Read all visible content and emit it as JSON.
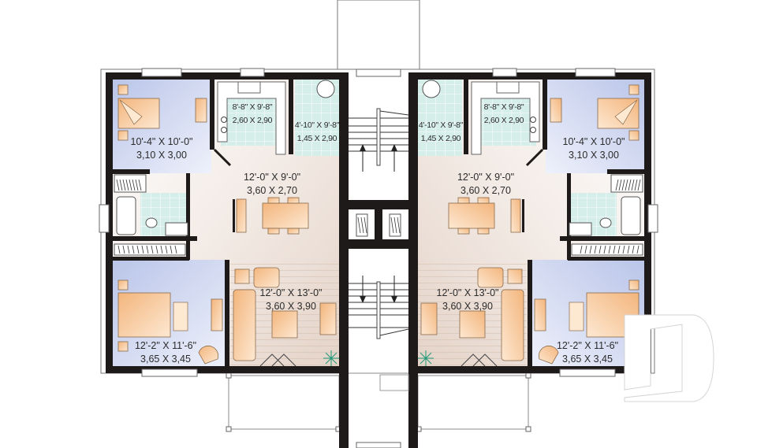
{
  "plan": {
    "title": "Multi-family floor plan (duplex, mirrored units)",
    "colors": {
      "wall": "#1e1a1a",
      "bedroom_fill": "#c9d2ee",
      "wet_room_fill": "#d7eeea",
      "living_floor": "#e9dcd3",
      "furniture": "#f5c796",
      "plant": "#1f9a7a"
    },
    "units": [
      {
        "side": "left",
        "rooms": [
          {
            "name": "bedroom-1",
            "imperial": "10'-4\" X 10'-0\"",
            "metric": "3,10 X 3,00"
          },
          {
            "name": "kitchen",
            "imperial": "8'-8\" X 9'-8\"",
            "metric": "2,60 X 2,90"
          },
          {
            "name": "bathroom-utility",
            "imperial": "4'-10\" X 9'-8\"",
            "metric": "1,45 X 2,90"
          },
          {
            "name": "dining",
            "imperial": "12'-0\" X 9'-0\"",
            "metric": "3,60 X 2,70"
          },
          {
            "name": "living",
            "imperial": "12'-0\" X 13'-0\"",
            "metric": "3,60 X 3,90"
          },
          {
            "name": "bedroom-2",
            "imperial": "12'-2\" X 11'-6\"",
            "metric": "3,65 X 3,45"
          }
        ]
      },
      {
        "side": "right",
        "rooms": [
          {
            "name": "bedroom-1",
            "imperial": "10'-4\" X 10'-0\"",
            "metric": "3,10 X 3,00"
          },
          {
            "name": "kitchen",
            "imperial": "8'-8\" X 9'-8\"",
            "metric": "2,60 X 2,90"
          },
          {
            "name": "bathroom-utility",
            "imperial": "4'-10\" X 9'-8\"",
            "metric": "1,45 X 2,90"
          },
          {
            "name": "dining",
            "imperial": "12'-0\" X 9'-0\"",
            "metric": "3,60 X 2,70"
          },
          {
            "name": "living",
            "imperial": "12'-0\" X 13'-0\"",
            "metric": "3,60 X 3,90"
          },
          {
            "name": "bedroom-2",
            "imperial": "12'-2\" X 11'-6\"",
            "metric": "3,65 X 3,45"
          }
        ]
      }
    ],
    "stairs": {
      "upper_direction": "up",
      "lower_direction": "down"
    },
    "watermark": {
      "glyph": "D"
    }
  }
}
